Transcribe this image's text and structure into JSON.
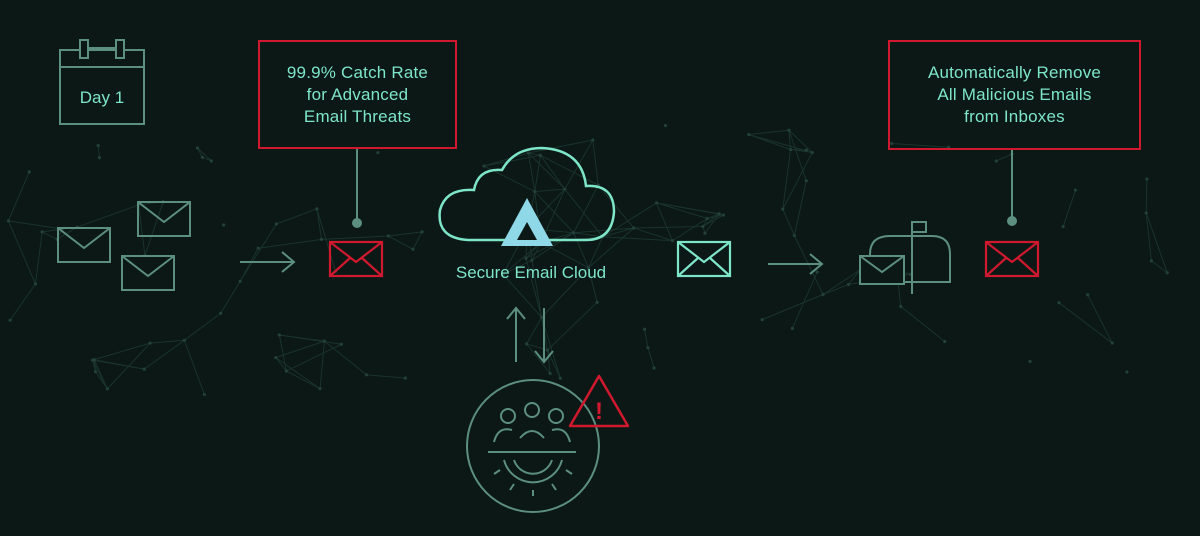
{
  "calendar_label": "Day 1",
  "callout_left": "99.9% Catch Rate\nfor Advanced\nEmail Threats",
  "callout_right": "Automatically Remove\nAll Malicious Emails\nfrom Inboxes",
  "cloud_label": "Secure Email Cloud",
  "warning_glyph": "!",
  "colors": {
    "background": "#0b1815",
    "accent_teal": "#7ee6c8",
    "muted_teal": "#5c8f7f",
    "alert_red": "#d0182e",
    "cloud_fill": "#8fd8e8"
  },
  "icons": [
    "calendar-icon",
    "envelope-icon",
    "arrow-right-icon",
    "cloud-icon",
    "triangle-logo-icon",
    "mailbox-icon",
    "bidirectional-arrow-icon",
    "team-gear-icon",
    "warning-icon"
  ]
}
